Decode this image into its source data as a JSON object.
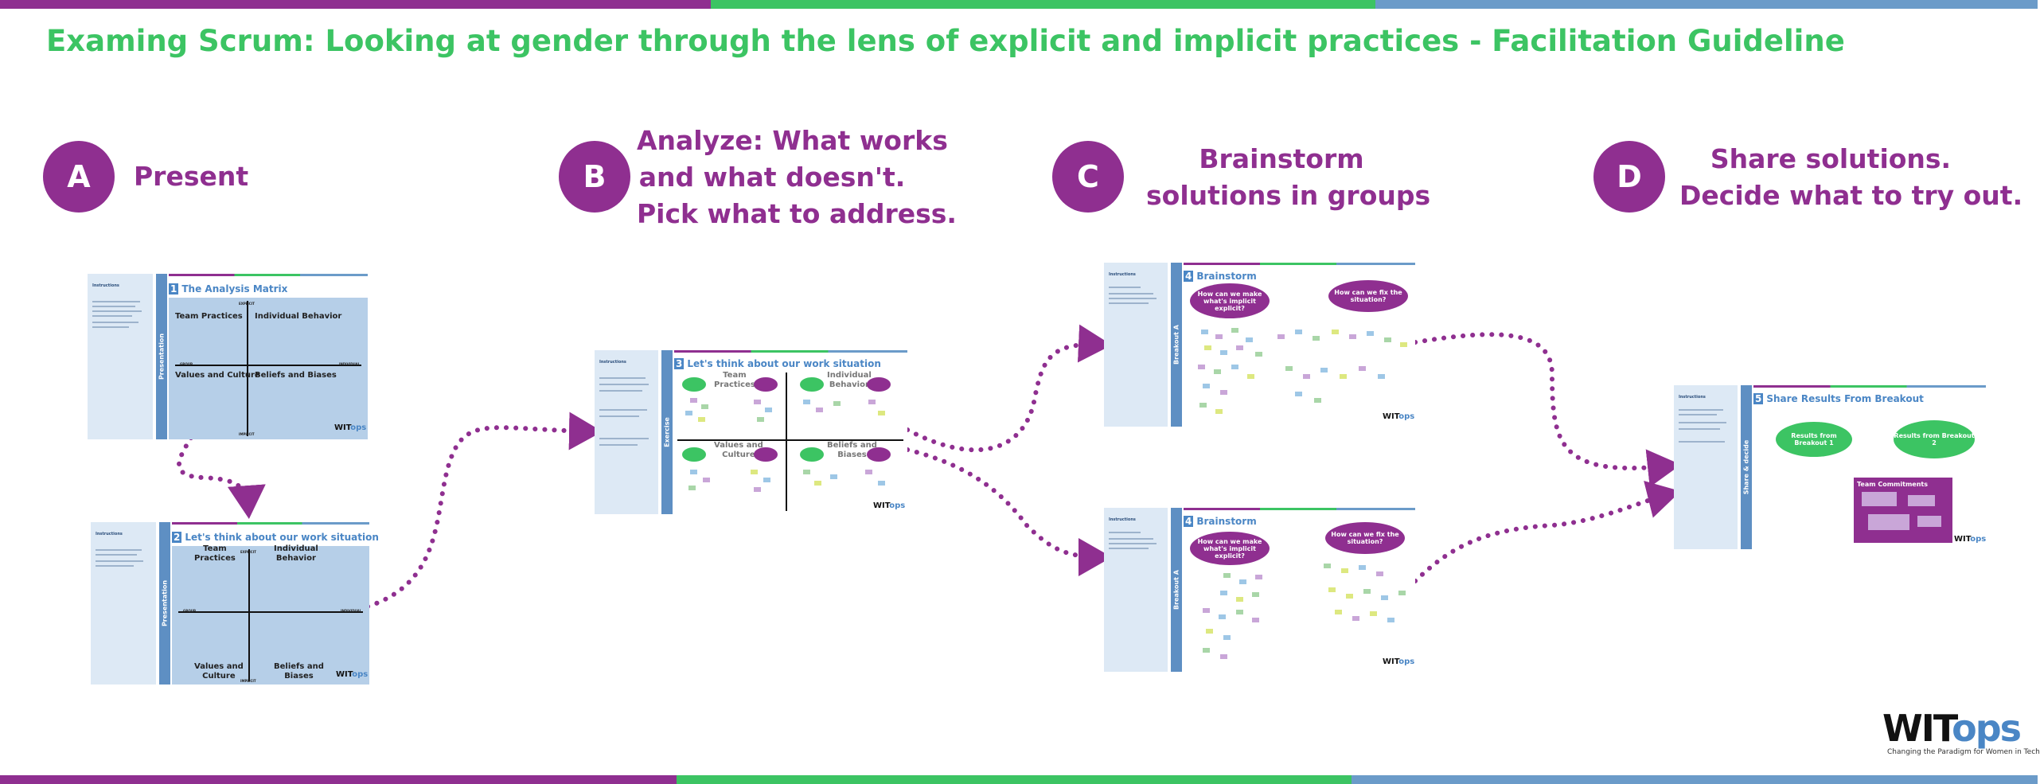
{
  "title": "Examing Scrum: Looking at gender through the lens of explicit and implicit practices - Facilitation Guideline",
  "colors": {
    "purple": "#8f2f90",
    "green": "#3cc463",
    "blue": "#6b9bc9",
    "slide_blue": "#4a86c5"
  },
  "steps": [
    {
      "letter": "A",
      "title": "Present"
    },
    {
      "letter": "B",
      "title_lines": [
        "Analyze: What works",
        "and what doesn't.",
        "Pick what to address."
      ]
    },
    {
      "letter": "C",
      "title_lines": [
        "Brainstorm",
        "solutions in groups"
      ]
    },
    {
      "letter": "D",
      "title_lines": [
        "Share solutions.",
        "Decide what to try out."
      ]
    }
  ],
  "slides": {
    "a1": {
      "num": "1",
      "title": "The Analysis Matrix",
      "side": "Presentation",
      "q1": "Team Practices",
      "q2": "Individual Behavior",
      "q3": "Values and Culture",
      "q4": "Beliefs and Biases",
      "explicit": "EXPLICIT",
      "implicit": "IMPLICIT",
      "group": "GROUP",
      "individual": "INDIVIDUAL",
      "instructions": "Instructions"
    },
    "a2": {
      "num": "2",
      "title": "Let's think about our work situation",
      "side": "Presentation",
      "q1a": "Team",
      "q1b": "Practices",
      "q2a": "Individual",
      "q2b": "Behavior",
      "q3a": "Values and",
      "q3b": "Culture",
      "q4a": "Beliefs and",
      "q4b": "Biases",
      "explicit": "EXPLICIT",
      "implicit": "IMPLICIT",
      "group": "GROUP",
      "individual": "INDIVIDUAL",
      "instructions": "Instructions"
    },
    "b": {
      "num": "3",
      "title": "Let's think about our work situation",
      "side": "Exercise",
      "q1a": "Team",
      "q1b": "Practices",
      "q2a": "Individual",
      "q2b": "Behavior",
      "q3a": "Values and",
      "q3b": "Culture",
      "q4a": "Beliefs and",
      "q4b": "Biases",
      "instructions": "Instructions"
    },
    "c1": {
      "num": "4",
      "title": "Brainstorm",
      "side": "Breakout A",
      "cloud1": "How can we make what's implicit explicit?",
      "cloud2": "How can we fix the situation?",
      "instructions": "Instructions"
    },
    "c2": {
      "num": "4",
      "title": "Brainstorm",
      "side": "Breakout A",
      "cloud1": "How can we make what's implicit explicit?",
      "cloud2": "How can we fix the situation?",
      "instructions": "Instructions"
    },
    "d": {
      "num": "5",
      "title": "Share Results From Breakout",
      "side": "Share & decide",
      "cloud1": "Results from Breakout 1",
      "cloud2": "Results from Breakout 2",
      "commitments": "Team Commitments",
      "instructions": "Instructions"
    }
  },
  "logo": {
    "wit": "WIT",
    "ops": "ops",
    "slide_wit": "WIT",
    "slide_ops": "ops",
    "tagline": "Changing the Paradigm for Women in Tech"
  }
}
